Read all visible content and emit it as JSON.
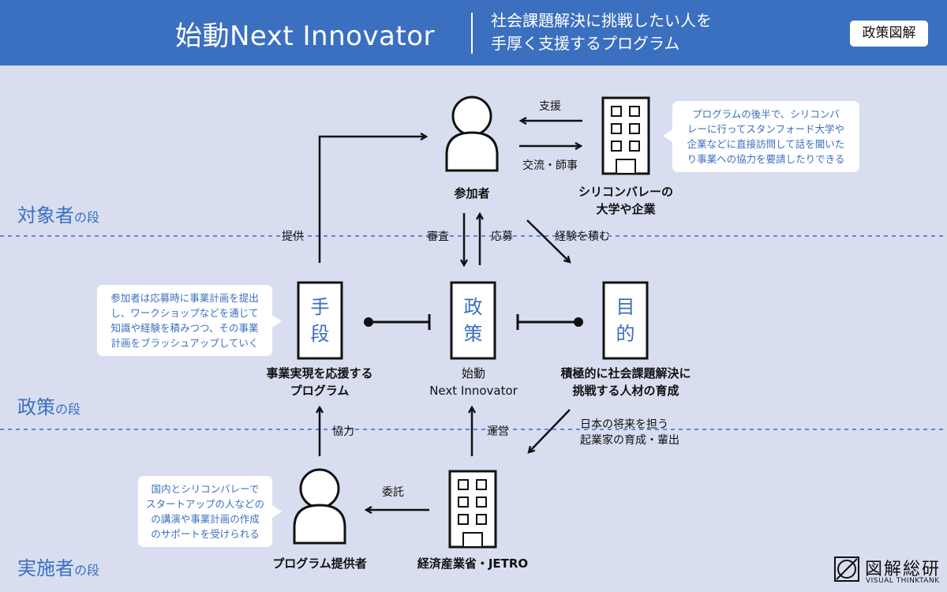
{
  "header": {
    "title": "始動Next Innovator",
    "subtitle_line1": "社会課題解決に挑戦したい人を",
    "subtitle_line2": "手厚く支援するプログラム",
    "badge": "政策図解"
  },
  "lanes": {
    "target": {
      "main": "対象者",
      "suffix": "の段"
    },
    "policy": {
      "main": "政策",
      "suffix": "の段"
    },
    "implementer": {
      "main": "実施者",
      "suffix": "の段"
    }
  },
  "nodes": {
    "participant": "参加者",
    "silicon_valley_line1": "シリコンバレーの",
    "silicon_valley_line2": "大学や企業",
    "means_box_line1": "手",
    "means_box_line2": "段",
    "means_caption_line1": "事業実現を応援する",
    "means_caption_line2": "プログラム",
    "policy_box_line1": "政",
    "policy_box_line2": "策",
    "policy_caption_line1": "始動",
    "policy_caption_line2": "Next Innovator",
    "purpose_box_line1": "目",
    "purpose_box_line2": "的",
    "purpose_caption_line1": "積極的に社会課題解決に",
    "purpose_caption_line2": "挑戦する人材の育成",
    "provider": "プログラム提供者",
    "meti": "経済産業省・JETRO"
  },
  "edges": {
    "support": "支援",
    "exchange": "交流・師事",
    "provide": "提供",
    "review": "審査",
    "apply": "応募",
    "experience": "経験を積む",
    "cooperate": "協力",
    "operate": "運営",
    "future_line1": "日本の将来を担う",
    "future_line2": "起業家の育成・輩出",
    "entrust": "委託"
  },
  "callouts": {
    "silicon": [
      "プログラムの後半で、シリコンバ",
      "レーに行ってスタンフォード大学や",
      "企業などに直接訪問して話を聞いた",
      "り事業への協力を要請したりできる"
    ],
    "means": [
      "参加者は応募時に事業計画を提出",
      "し、ワークショップなどを通じて",
      "知識や経験を積みつつ、その事業",
      "計画をブラッシュアップしていく"
    ],
    "provider": [
      "国内とシリコンバレーで",
      "スタートアップの人などの",
      "の講演や事業計画の作成",
      "のサポートを受けられる"
    ]
  },
  "logo": {
    "name": "図解総研",
    "sub": "VISUAL THINKTANK"
  },
  "colors": {
    "header_bg": "#3b6fbf",
    "page_bg": "#d8def0",
    "accent": "#3b6fbf"
  }
}
